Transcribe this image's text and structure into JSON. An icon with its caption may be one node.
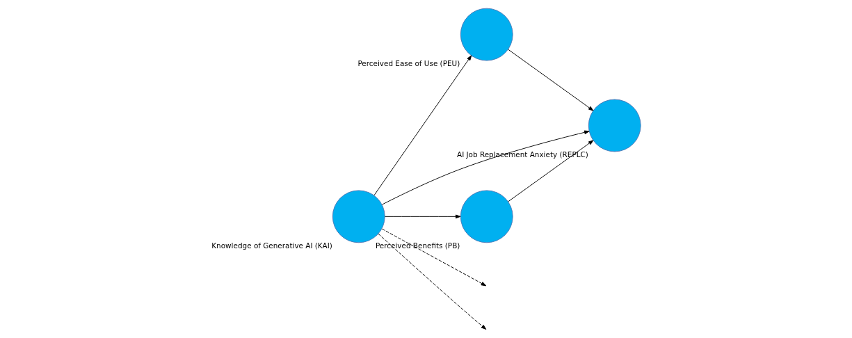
{
  "diagram": {
    "nodes": [
      {
        "text": [
          "Perceived Ease of Use (PEU)"
        ]
      },
      {
        "text": [
          "Knowledge of Generative AI (KAI)"
        ]
      },
      {
        "text": [
          "AI Job Replacement Anxiety (REPLC)"
        ]
      },
      {
        "text": [
          "Perceived Benefits (PB)"
        ]
      }
    ],
    "edges": [
      {
        "from": 1,
        "to": 0,
        "arrow": "to"
      },
      {
        "from": 1,
        "to": 2,
        "arrow": "to"
      },
      {
        "from": 1,
        "to": 3,
        "arrow": "to"
      },
      {
        "from": 0,
        "to": 2,
        "arrow": "to"
      },
      {
        "from": 3,
        "to": 2,
        "arrow": "to"
      },
      {
        "from": 1,
        "to": null,
        "arrow": "to",
        "style": "dashed"
      },
      {
        "from": 1,
        "to": null,
        "arrow": "to",
        "style": "dashed"
      }
    ]
  }
}
